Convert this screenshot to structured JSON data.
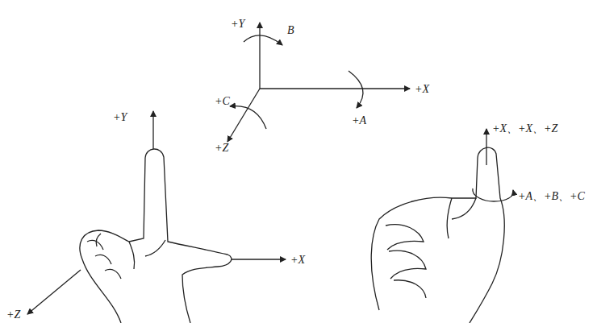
{
  "diagram": {
    "labels": [
      "+Y",
      "B",
      "+X",
      "+C",
      "+A",
      "+Z",
      "+Y",
      "+X",
      "+Z",
      "+X、+X、+Z",
      "+A、+B、+C"
    ]
  }
}
